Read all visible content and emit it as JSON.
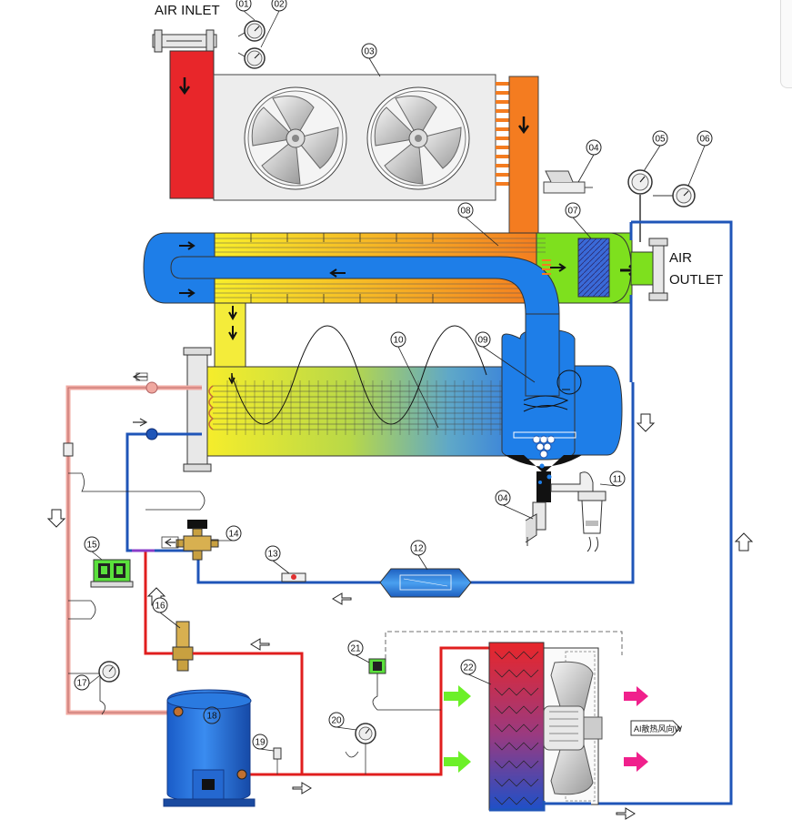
{
  "labels": {
    "air_inlet": "AIR INLET",
    "air_outlet_1": "AIR",
    "air_outlet_2": "OUTLET",
    "airflow_box": "AI散热风向W"
  },
  "callouts": [
    "01",
    "02",
    "03",
    "04",
    "05",
    "06",
    "07",
    "08",
    "09",
    "10",
    "11",
    "04",
    "13",
    "12",
    "14",
    "15",
    "16",
    "17",
    "18",
    "19",
    "20",
    "21",
    "22"
  ],
  "colors": {
    "hot_air": "#e8262a",
    "warm_air": "#f47c20",
    "cool_air": "#f4ec3a",
    "cold_air": "#1e7ee8",
    "heat_exchange_green": "#7ee01e",
    "refrigerant_hot": "#e01e1e",
    "refrigerant_cold": "#1f55b8",
    "return_line": "#f0a8a0",
    "fan_inlet_arrow": "#6cf028",
    "fan_outlet_arrow": "#f0208c"
  }
}
